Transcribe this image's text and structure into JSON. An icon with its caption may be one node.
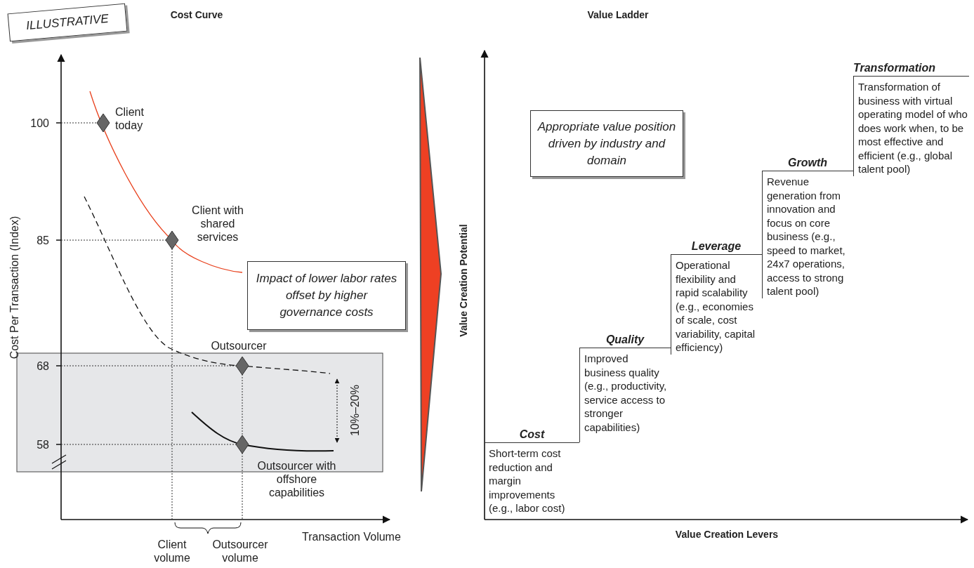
{
  "diagram": {
    "nodes": [
      {
        "text": [
          "ILLUSTRATIVE"
        ]
      },
      {
        "text": [
          "Impact of lower labor rates offset by higher governance costs"
        ]
      },
      {
        "text": [
          "Appropriate value position driven by industry and domain"
        ]
      },
      {
        "text": [
          "Cost",
          "Short-term cost reduction and margin improvements (e.g., labor cost)"
        ]
      },
      {
        "text": [
          "Quality",
          "Improved business quality (e.g., productivity, service access to stronger capabilities)"
        ]
      },
      {
        "text": [
          "Leverage",
          "Operational flexibility and rapid scalability (e.g., economies of scale, cost variability, capital efficiency)"
        ]
      },
      {
        "text": [
          "Growth",
          "Revenue generation from innovation and focus on core business (e.g., speed to market, 24x7 operations, access to strong talent pool)"
        ]
      },
      {
        "text": [
          "Transformation",
          "Transformation of business with virtual operating model of who does work when, to be most effective and efficient (e.g., global talent pool)"
        ]
      }
    ],
    "edges": [],
    "labels": [
      "Cost Curve",
      "Value Ladder",
      "Cost Per Transaction (Index)",
      "100",
      "Client today",
      "Client with shared services",
      "85",
      "Outsourcer",
      "68",
      "10%–20%",
      "58",
      "Outsourcer with offshore capabilities",
      "Transaction Volume",
      "Client volume",
      "Outsourcer volume",
      "Value Creation Potential",
      "Value Creation Levers"
    ]
  }
}
